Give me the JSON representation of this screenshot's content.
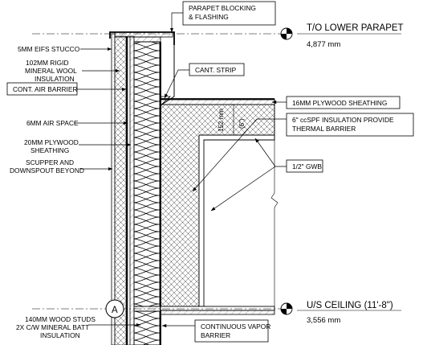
{
  "labels": {
    "eifs": "5MM EIFS STUCCO",
    "mineral_wool": [
      "102MM RIGID",
      "MINERAL WOOL",
      "INSULATION"
    ],
    "air_barrier": "CONT. AIR BARRIER",
    "air_space": "6MM AIR SPACE",
    "plywood_20": [
      "20MM PLYWOOD",
      "SHEATHING"
    ],
    "scupper": [
      "SCUPPER AND",
      "DOWNSPOUT BEYOND"
    ],
    "wood_studs": [
      "140MM WOOD STUDS",
      "2X C/W MINERAL BATT",
      "INSULATION"
    ],
    "parapet_blocking": [
      "PARAPET BLOCKING",
      "& FLASHING"
    ],
    "cant_strip": "CANT. STRIP",
    "plywood_16": "16MM PLYWOOD SHEATHING",
    "ccspf": [
      "6\" ccSPF INSULATION PROVIDE",
      "THERMAL BARRIER"
    ],
    "gwb": "1/2\" GWB",
    "vapor_barrier": [
      "CONTINUOUS VAPOR",
      "BARRIER"
    ]
  },
  "levels": {
    "top": {
      "name": "T/O LOWER PARAPET",
      "elevation": "4,877 mm"
    },
    "bottom": {
      "name": "U/S CEILING (11'-8\")",
      "elevation": "3,556 mm"
    }
  },
  "dimension": {
    "metric": "152 mm",
    "imperial": "(6\")"
  },
  "section_marker": "A"
}
